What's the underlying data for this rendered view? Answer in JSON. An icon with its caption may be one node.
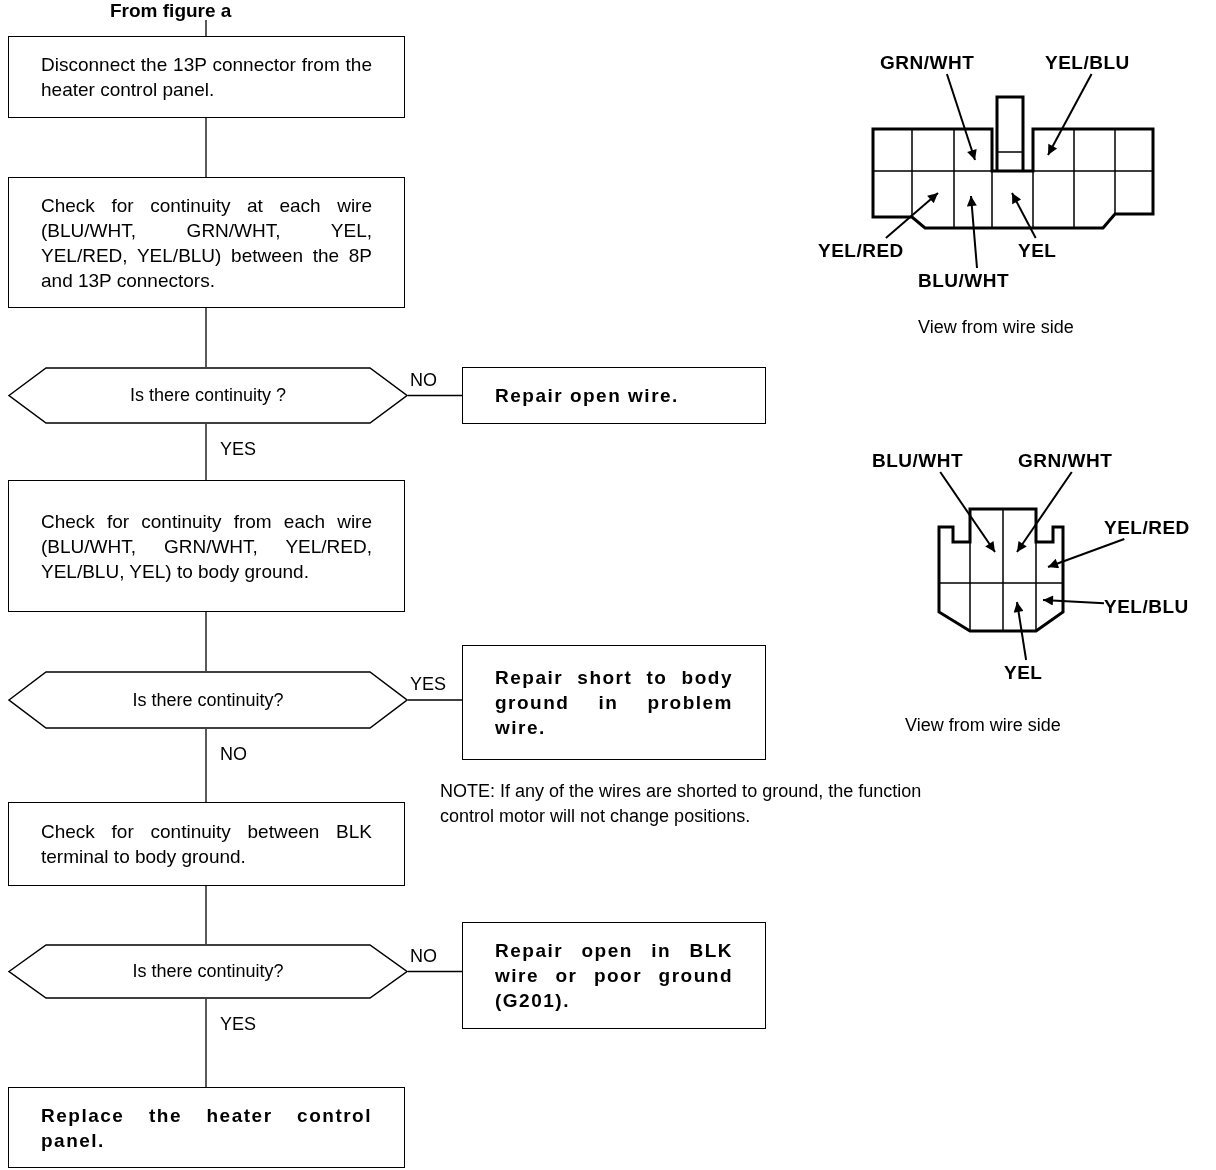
{
  "diagram": {
    "nodes": [
      {
        "text": [
          "From figure a"
        ]
      },
      {
        "text": [
          "Disconnect the 13P connector from the heater control panel."
        ]
      },
      {
        "text": [
          "Check for continuity at each wire (BLU/WHT, GRN/WHT, YEL, YEL/RED, YEL/BLU) between the 8P and 13P connectors."
        ]
      },
      {
        "text": [
          "Is there continuity ?"
        ]
      },
      {
        "text": [
          "Repair open wire."
        ]
      },
      {
        "text": [
          "Check for continuity from each wire (BLU/WHT, GRN/WHT, YEL/RED, YEL/BLU, YEL) to body ground."
        ]
      },
      {
        "text": [
          "Is there continuity?"
        ]
      },
      {
        "text": [
          "Repair short to body ground in problem wire."
        ]
      },
      {
        "text": [
          "Check for continuity between BLK terminal to body ground."
        ]
      },
      {
        "text": [
          "Is there continuity?"
        ]
      },
      {
        "text": [
          "Repair open in BLK wire or poor ground (G201)."
        ]
      },
      {
        "text": [
          "Replace the heater control panel."
        ]
      },
      {
        "text": [
          "GRN/WHT"
        ]
      },
      {
        "text": [
          "YEL/BLU"
        ]
      },
      {
        "text": [
          "YEL/RED"
        ]
      },
      {
        "text": [
          "BLU/WHT"
        ]
      },
      {
        "text": [
          "YEL"
        ]
      },
      {
        "text": [
          "BLU/WHT"
        ]
      },
      {
        "text": [
          "GRN/WHT"
        ]
      },
      {
        "text": [
          "YEL/RED"
        ]
      },
      {
        "text": [
          "YEL/BLU"
        ]
      },
      {
        "text": [
          "YEL"
        ]
      }
    ],
    "edges": [
      {
        "from": 0,
        "to": 1,
        "arrow": "none"
      },
      {
        "from": 1,
        "to": 2,
        "arrow": "none"
      },
      {
        "from": 2,
        "to": 3,
        "arrow": "none"
      },
      {
        "from": 3,
        "to": 4,
        "arrow": "none",
        "label": "NO"
      },
      {
        "from": 3,
        "to": 5,
        "arrow": "none",
        "label": "YES"
      },
      {
        "from": 5,
        "to": 6,
        "arrow": "none"
      },
      {
        "from": 6,
        "to": 7,
        "arrow": "none",
        "label": "YES"
      },
      {
        "from": 6,
        "to": 8,
        "arrow": "none",
        "label": "NO"
      },
      {
        "from": 8,
        "to": 9,
        "arrow": "none"
      },
      {
        "from": 9,
        "to": 10,
        "arrow": "none",
        "label": "NO"
      },
      {
        "from": 9,
        "to": 11,
        "arrow": "none",
        "label": "YES"
      },
      {
        "from": 12,
        "to": null,
        "arrow": "to"
      },
      {
        "from": 13,
        "to": null,
        "arrow": "to"
      },
      {
        "from": 14,
        "to": null,
        "arrow": "to"
      },
      {
        "from": 15,
        "to": null,
        "arrow": "to"
      },
      {
        "from": 16,
        "to": null,
        "arrow": "to"
      },
      {
        "from": 17,
        "to": null,
        "arrow": "to"
      },
      {
        "from": 18,
        "to": null,
        "arrow": "to"
      },
      {
        "from": 19,
        "to": null,
        "arrow": "to"
      },
      {
        "from": 20,
        "to": null,
        "arrow": "to"
      },
      {
        "from": 21,
        "to": null,
        "arrow": "to"
      }
    ],
    "labels": [
      "View from wire side",
      "View from wire side",
      "NOTE: If any of the wires are shorted to ground, the function control motor will not change positions."
    ]
  }
}
